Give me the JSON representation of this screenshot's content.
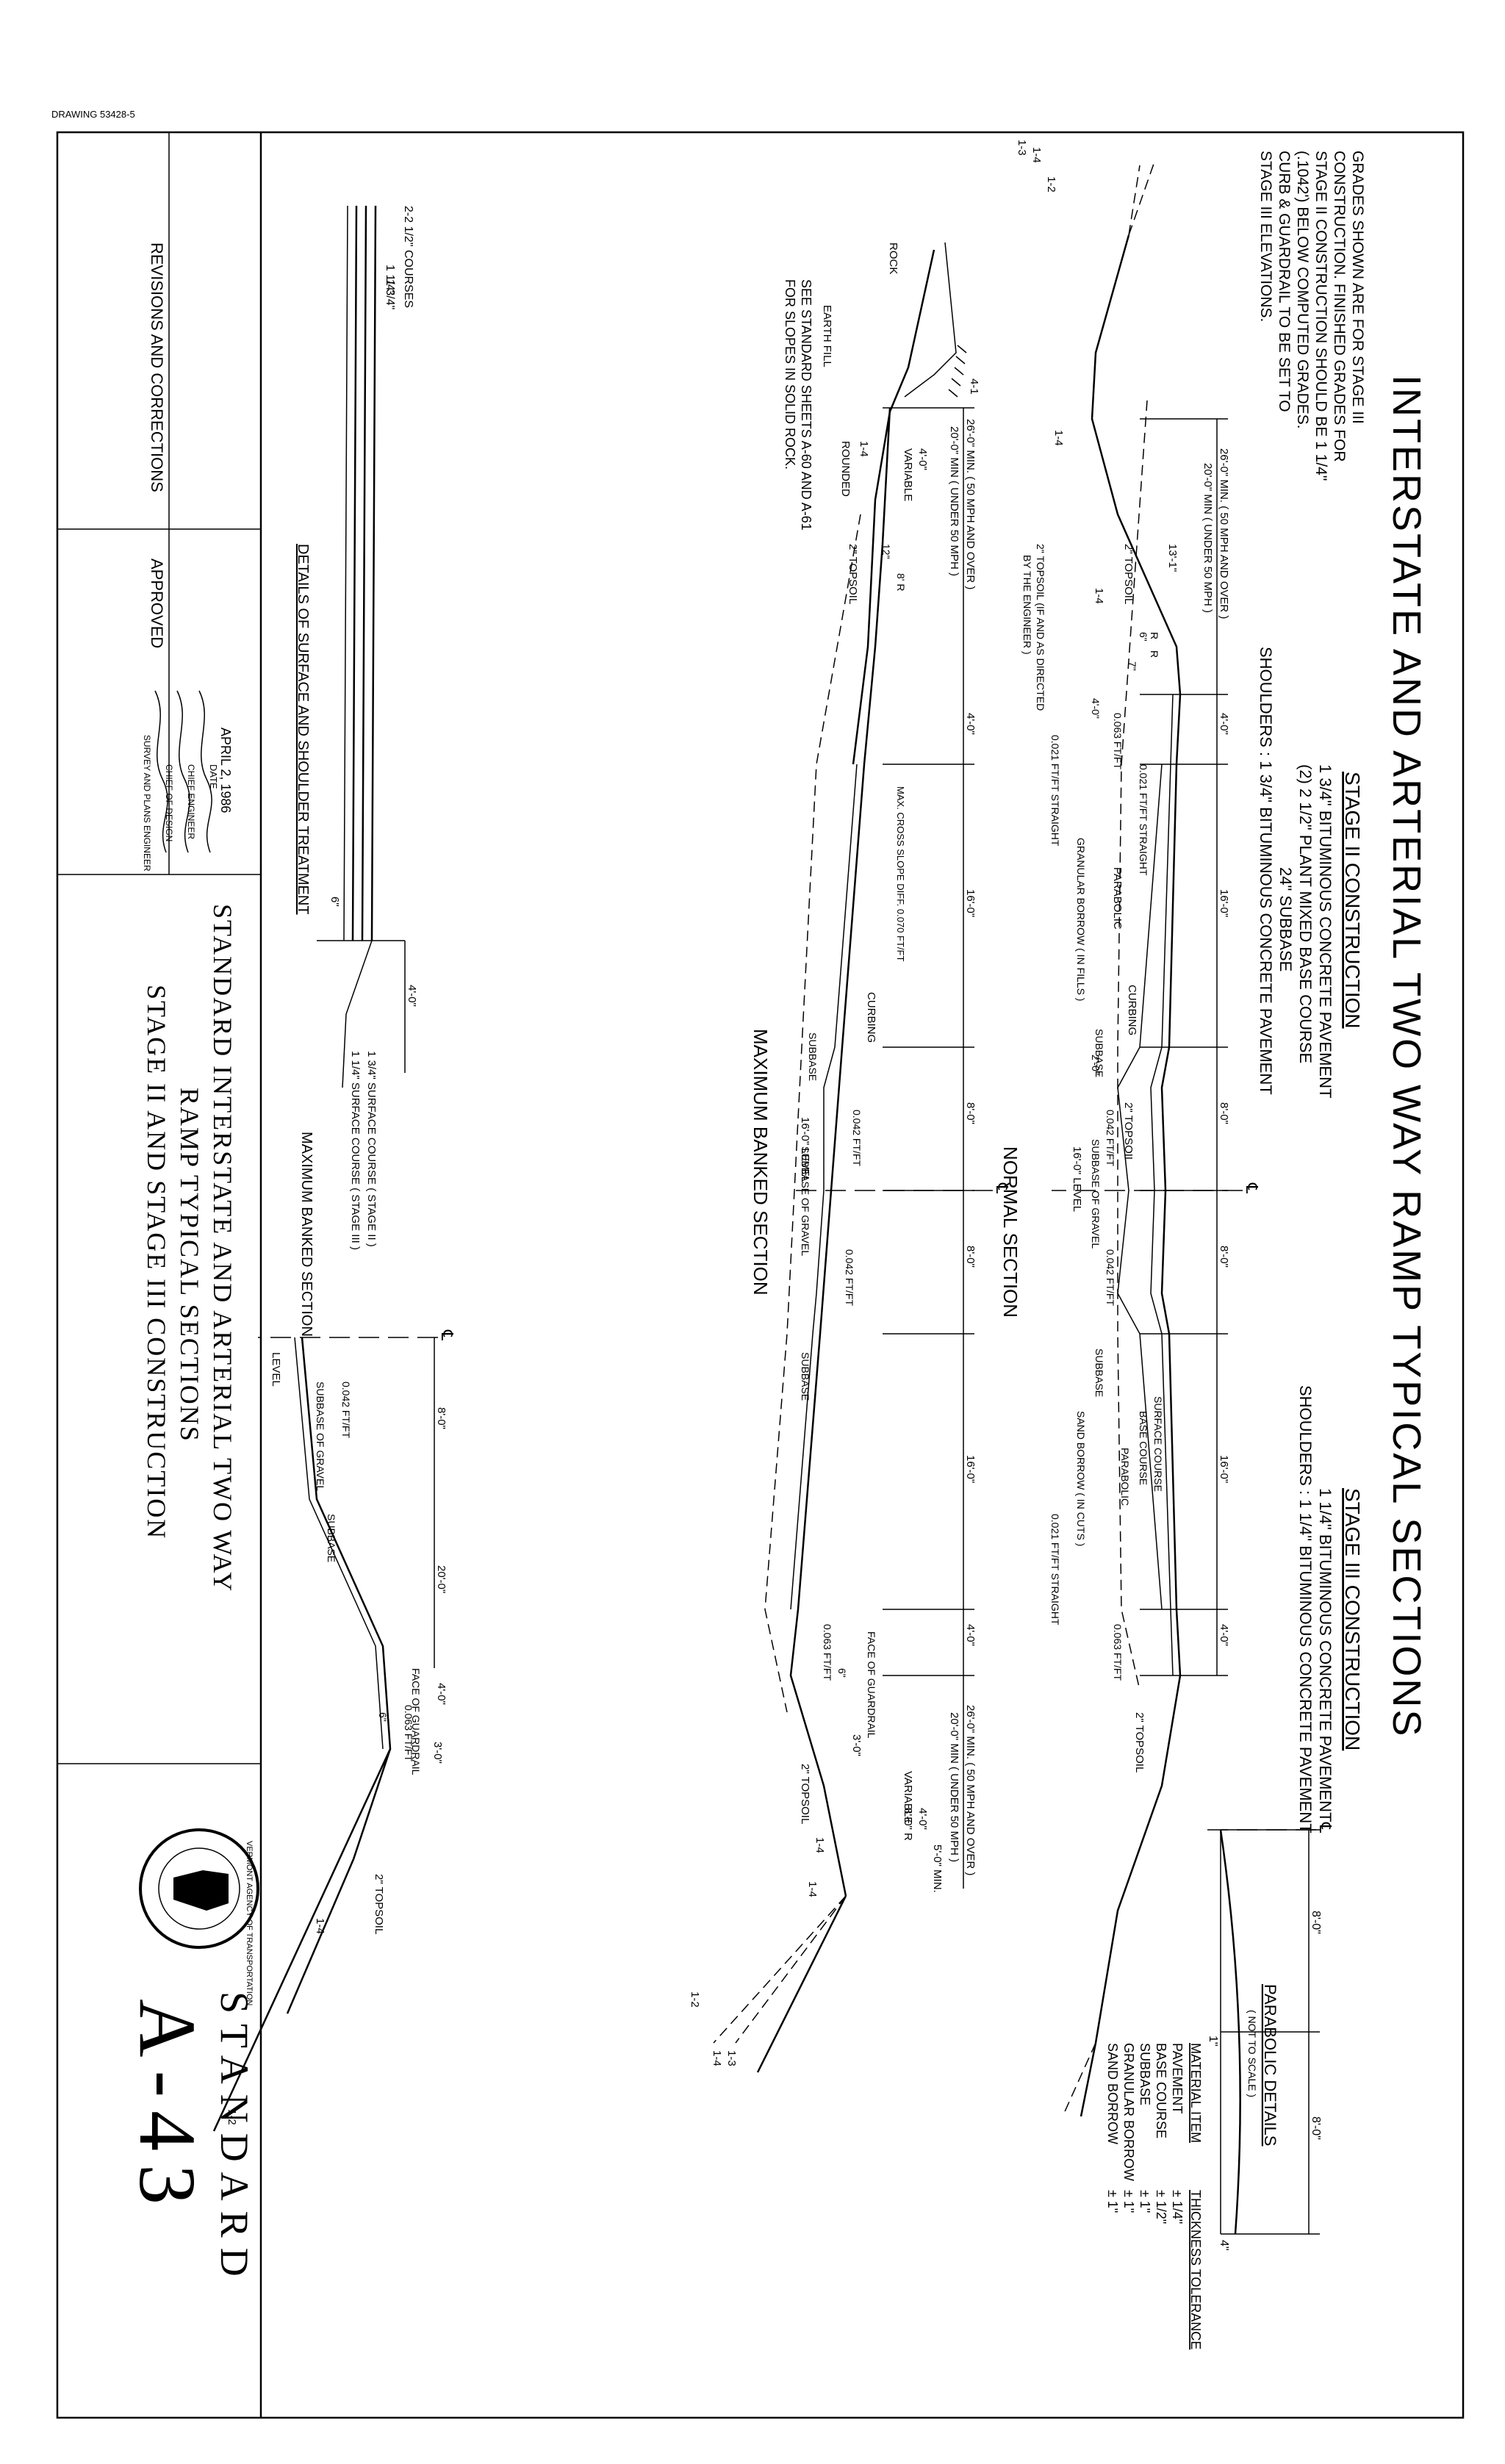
{
  "drawing_no": "DRAWING 53428-5",
  "title": "INTERSTATE AND ARTERIAL TWO WAY RAMP TYPICAL SECTIONS",
  "stage2": {
    "heading": "STAGE II CONSTRUCTION",
    "lines": [
      "1 3/4\" BITUMINOUS CONCRETE PAVEMENT",
      "(2) 2 1/2\" PLANT MIXED BASE COURSE",
      "24\" SUBBASE"
    ],
    "shoulders": "SHOULDERS : 1 3/4\" BITUMINOUS CONCRETE PAVEMENT"
  },
  "stage3": {
    "heading": "STAGE III CONSTRUCTION",
    "lines": [
      "1 1/4\" BITUMINOUS CONCRETE PAVEMENT"
    ],
    "shoulders": "SHOULDERS : 1 1/4\" BITUMINOUS CONCRETE PAVEMENT"
  },
  "notes": [
    "GRADES SHOWN ARE FOR STAGE III",
    "CONSTRUCTION. FINISHED GRADES FOR",
    "STAGE II CONSTRUCTION SHOULD BE 1 1/4\"",
    "(.1042') BELOW COMPUTED GRADES.",
    "CURB & GUARDRAIL TO BE SET TO",
    "STAGE III ELEVATIONS."
  ],
  "normal_section": {
    "title": "NORMAL SECTION",
    "dims": [
      "26'-0\" MIN. ( 50 MPH AND OVER )",
      "20'-0\" MIN ( UNDER 50 MPH )",
      "13'-1\"",
      "4'-0\"",
      "16'-0\"",
      "8'-0\"",
      "8'-0\"",
      "16'-0\"",
      "4'-0\"",
      "16'-0\" LEVEL",
      "4'-0\"",
      "6\"",
      "2'-0\"",
      "7\""
    ],
    "labels": [
      "2\" TOPSOIL",
      "1-4",
      "1-4",
      "1-4",
      "1-3",
      "1-2",
      "PARABOLIC",
      "CURBING",
      "2\" TOPSOIL",
      "0.042 FT/FT",
      "0.042 FT/FT",
      "0.063 FT/FT",
      "0.063 FT/FT",
      "0.021 FT/FT STRAIGHT",
      "0.021 FT/FT STRAIGHT",
      "0.021 FT/FT STRAIGHT",
      "GRANULAR BORROW ( IN FILLS )",
      "SAND BORROW ( IN CUTS )",
      "SUBBASE",
      "SUBBASE",
      "SUBBASE OF GRAVEL",
      "SURFACE COURSE",
      "BASE COURSE",
      "PARABOLIC",
      "2\" TOPSOIL",
      "2\" TOPSOIL (IF AND AS DIRECTED",
      "BY THE ENGINEER )",
      "R",
      "R"
    ]
  },
  "banked_section": {
    "title": "MAXIMUM BANKED SECTION",
    "dims": [
      "26'-0\" MIN. ( 50 MPH AND OVER )",
      "20'-0\" MIN ( UNDER 50 MPH )",
      "4'-0\"",
      "4'-0\"",
      "16'-0\"",
      "8'-0\"",
      "8'-0\"",
      "16'-0\"",
      "4'-0\"",
      "26'-0\" MIN. ( 50 MPH AND OVER )",
      "20'-0\" MIN ( UNDER 50 MPH )",
      "4'-0\"",
      "5'-0\" MIN.",
      "8'-0\" R",
      "3'-0\"",
      "16'-0\" LEVEL",
      "12\"",
      "6\"",
      "8' R"
    ],
    "labels": [
      "ROCK",
      "EARTH FILL",
      "4-1",
      "1-4",
      "ROUNDED",
      "VARIABLE",
      "VARIABLE",
      "2\" TOPSOIL",
      "2\" TOPSOIL",
      "MAX. CROSS SLOPE DIFF. 0.070 FT/FT",
      "CURBING",
      "SUBBASE",
      "SUBBASE",
      "SUBBASE OF GRAVEL",
      "0.042 FT/FT",
      "0.042 FT/FT",
      "0.063 FT/FT",
      "FACE OF GUARDRAIL",
      "1-4",
      "1-2",
      "1-4",
      "1-3",
      "1-4"
    ],
    "note": [
      "SEE STANDARD SHEETS A-60 AND A-61",
      "FOR SLOPES IN SOLID ROCK."
    ]
  },
  "details": {
    "title": "DETAILS OF SURFACE AND SHOULDER TREATMENT",
    "subtitle": "MAXIMUM BANKED SECTION",
    "labels": [
      "2-2 1/2\" COURSES",
      "1 1/4\"",
      "1 3/4\"",
      "4'-0\"",
      "6\"",
      "1 3/4\" SURFACE COURSE ( STAGE II )",
      "1 1/4\" SURFACE COURSE ( STAGE III )",
      "LEVEL",
      "SUBBASE OF GRAVEL",
      "0.042 FT/FT",
      "8'-0\"",
      "SUBBASE",
      "20'-0\"",
      "FACE OF GUARDRAIL",
      "4'-0\"",
      "0.063 FT/FT",
      "3'-0\"",
      "6\"",
      "2\" TOPSOIL",
      "1-4",
      "1-2"
    ]
  },
  "parabolic": {
    "title": "PARABOLIC DETAILS",
    "subtitle": "( NOT TO SCALE )",
    "dims": [
      "8'-0\"",
      "8'-0\"",
      "1\"",
      "4\""
    ]
  },
  "tolerance": {
    "headers": [
      "MATERIAL ITEM",
      "THICKNESS TOLERANCE"
    ],
    "rows": [
      [
        "PAVEMENT",
        "± 1/4\""
      ],
      [
        "BASE COURSE",
        "± 1/2\""
      ],
      [
        "SUBBASE",
        "± 1\""
      ],
      [
        "GRANULAR BORROW",
        "± 1\""
      ],
      [
        "SAND BORROW",
        "± 1\""
      ]
    ]
  },
  "title_block": {
    "revisions": "REVISIONS AND CORRECTIONS",
    "approved": "APPROVED",
    "date": "APRIL 2, 1986",
    "date_label": "DATE",
    "signers": [
      "CHIEF ENGINEER",
      "CHIEF OF DESIGN",
      "SURVEY AND PLANS ENGINEER"
    ],
    "sheet_title": [
      "STANDARD INTERSTATE AND ARTERIAL TWO WAY",
      "RAMP TYPICAL SECTIONS",
      "STAGE II AND STAGE III CONSTRUCTION"
    ],
    "agency": "VERMONT AGENCY OF TRANSPORTATION",
    "standard": "STANDARD",
    "standard_no": "A-43"
  },
  "centerline": "℄"
}
